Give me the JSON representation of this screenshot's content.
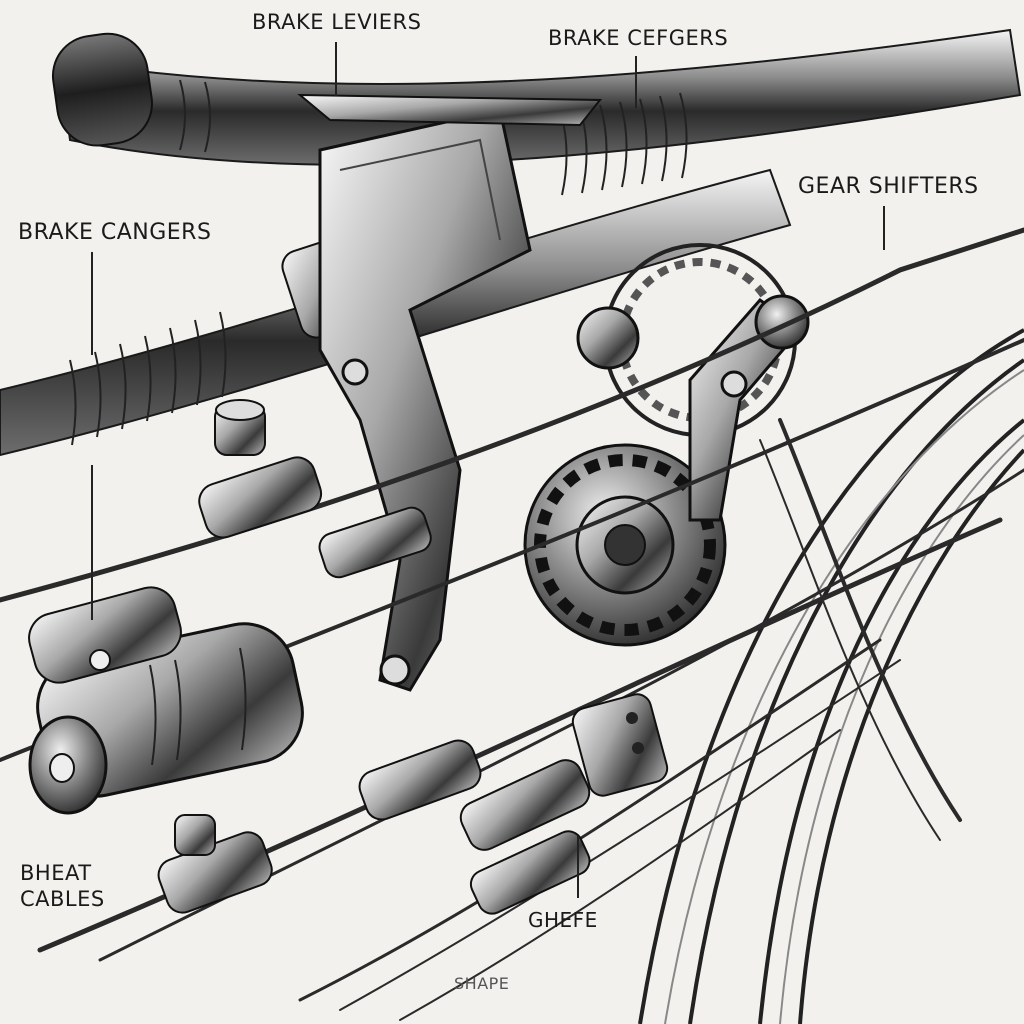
{
  "labels": {
    "brake_levers": "BRAKE LEVIERS",
    "brake_cefgers": "BRAKE CEFGERS",
    "gear_shifters": "GEAR SHIFTERS",
    "brake_cangers": "BRAKE CANGERS",
    "bheat_cables_line1": "BHEAT",
    "bheat_cables_line2": "CABLES",
    "ghefe": "GHEFE",
    "shape": "SHAPE"
  },
  "colors": {
    "background": "#f2f1ee",
    "ink": "#1a1a1a",
    "metal_dark": "#2b2b2b",
    "metal_mid": "#7a7a7a",
    "metal_light": "#d9d9d9"
  }
}
